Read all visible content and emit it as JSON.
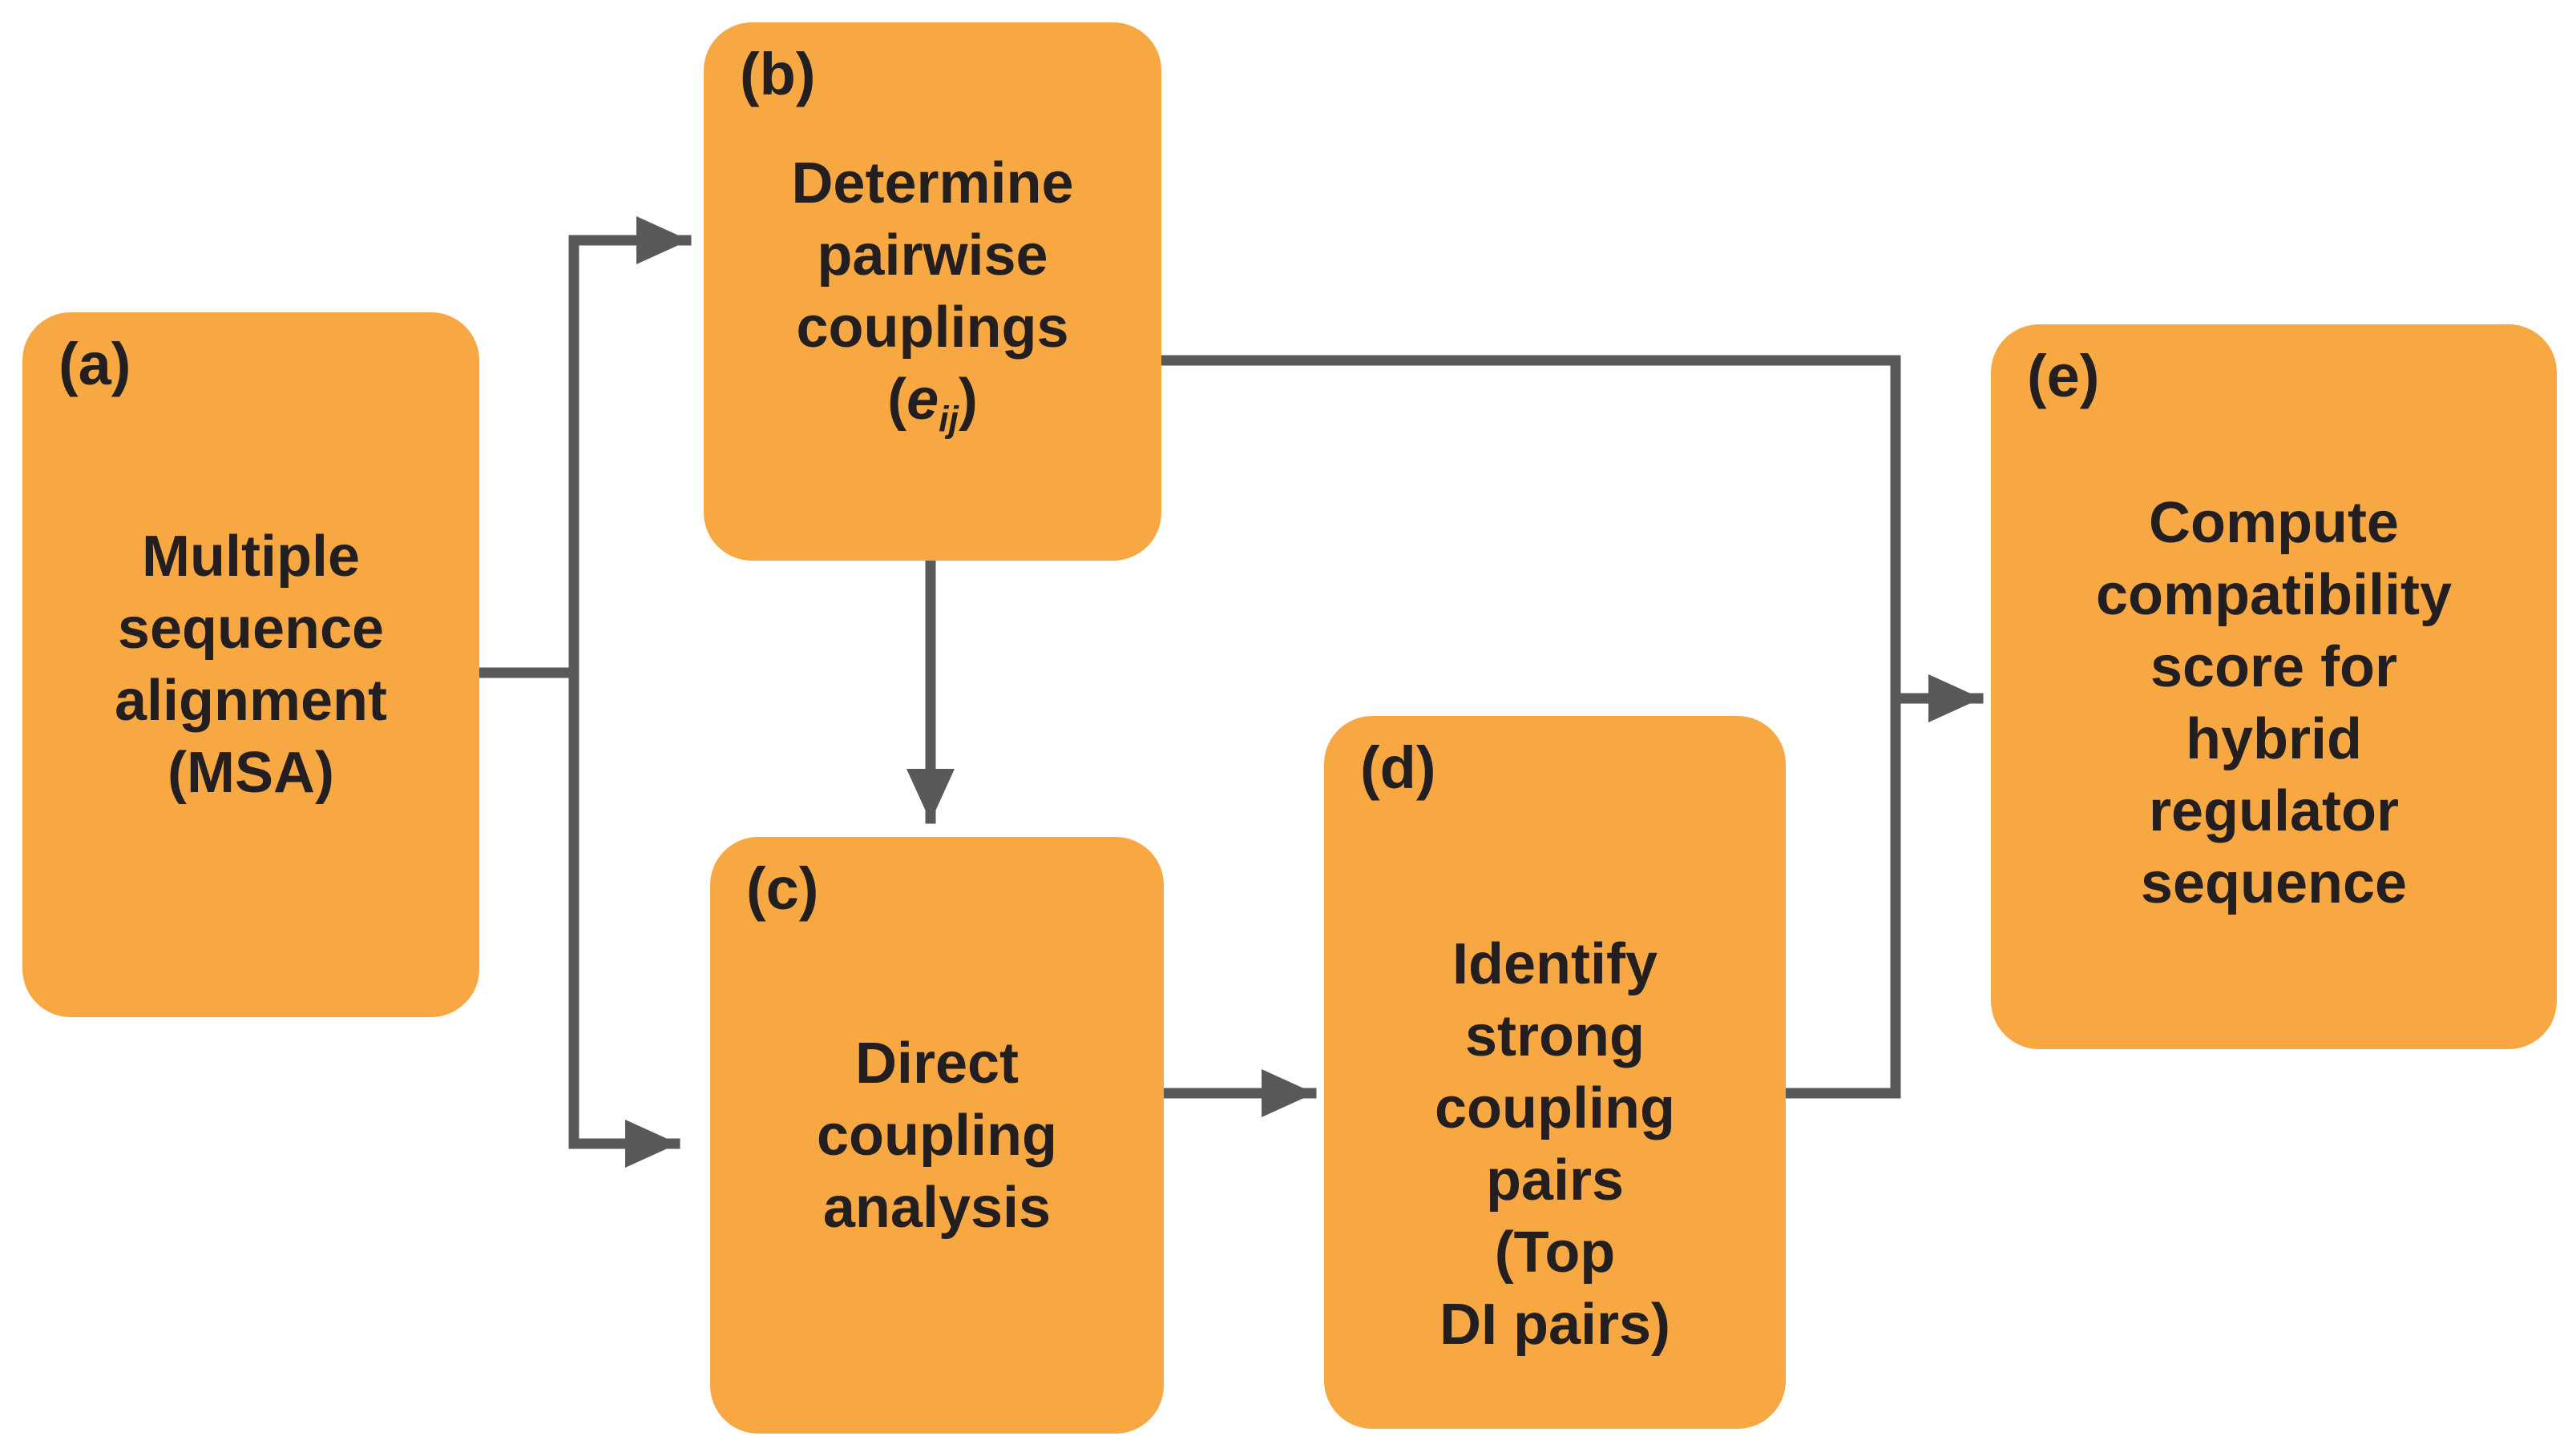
{
  "diagram": {
    "colors": {
      "bg": "#ffffff",
      "box": "#F7A843",
      "line": "#58595B",
      "text": "#231F20"
    },
    "boxes": [
      {
        "id": "a",
        "label": "(a)",
        "lines": [
          "Multiple",
          "sequence",
          "alignment",
          "(MSA)"
        ]
      },
      {
        "id": "b",
        "label": "(b)",
        "lines": [
          "Determine",
          "pairwise",
          "couplings"
        ],
        "formula": {
          "open": "(",
          "base": "e",
          "sub": "ij",
          "close": ")"
        }
      },
      {
        "id": "c",
        "label": "(c)",
        "lines": [
          "Direct",
          "coupling",
          "analysis"
        ]
      },
      {
        "id": "d",
        "label": "(d)",
        "lines": [
          "Identify",
          "strong",
          "coupling",
          "pairs",
          "(Top",
          "DI pairs)"
        ]
      },
      {
        "id": "e",
        "label": "(e)",
        "lines": [
          "Compute",
          "compatibility",
          "score for",
          "hybrid",
          "regulator",
          "sequence"
        ]
      }
    ],
    "connections": [
      {
        "from": "a",
        "to": "b"
      },
      {
        "from": "a",
        "to": "c"
      },
      {
        "from": "b",
        "to": "c"
      },
      {
        "from": "b",
        "to": "e"
      },
      {
        "from": "c",
        "to": "d"
      },
      {
        "from": "d",
        "to": "e"
      }
    ]
  }
}
